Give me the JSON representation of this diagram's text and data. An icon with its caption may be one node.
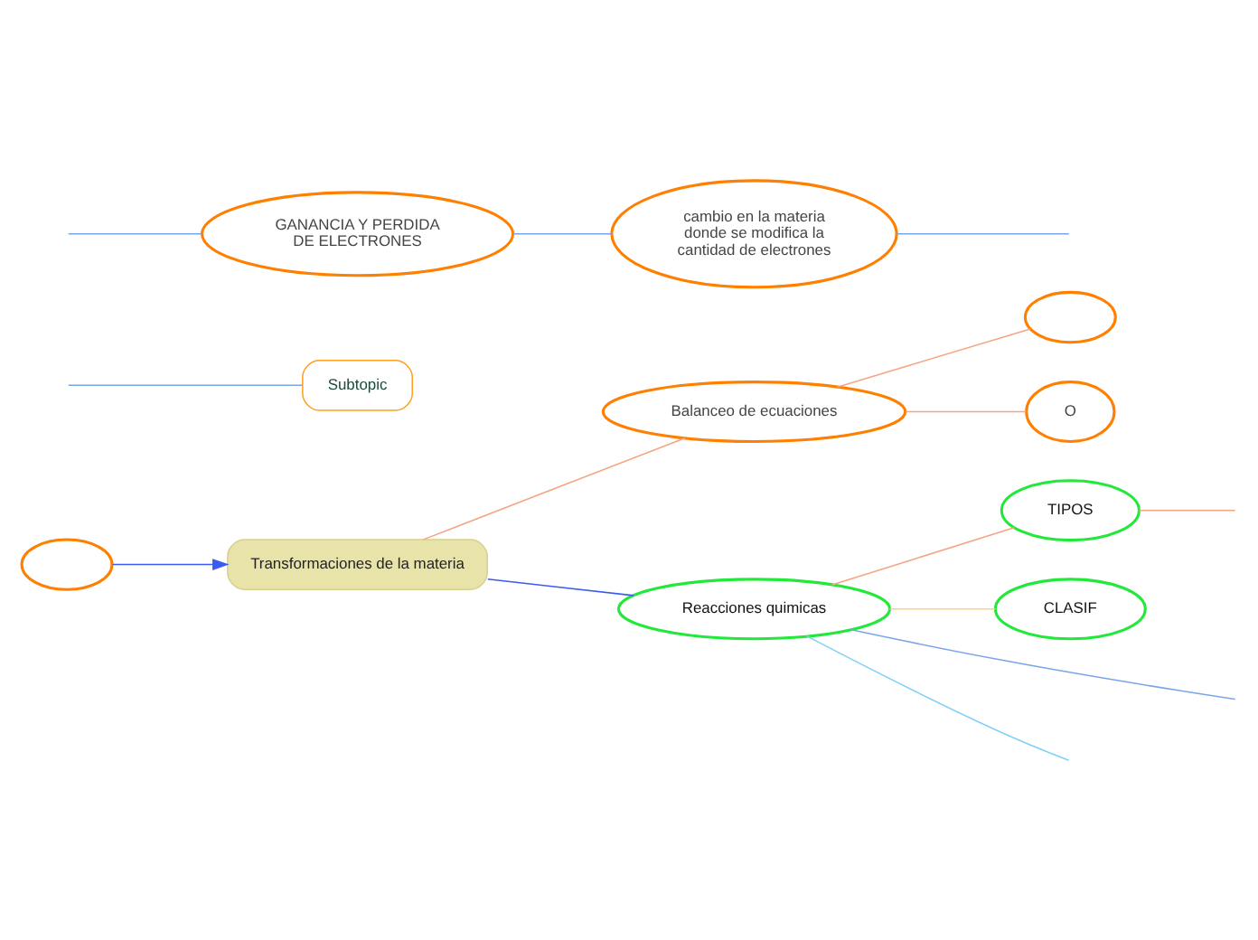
{
  "diagram": {
    "nodes": [
      {
        "text": [
          "Transformaciones de la materia"
        ]
      },
      {
        "text": [
          "Balanceo de ecuaciones"
        ]
      },
      {
        "text": [],
        "shape": "cloud"
      },
      {
        "text": [
          "O"
        ]
      },
      {
        "text": [],
        "shape": "cloud"
      },
      {
        "text": [
          "Subtopic"
        ]
      },
      {
        "text": [
          "GANANCIA Y PERDIDA DE ELECTRONES"
        ]
      },
      {
        "text": [
          "cambio en la materia donde se modifica la cantidad de electrones"
        ]
      },
      {
        "text": [
          "Reacciones quimicas"
        ]
      },
      {
        "text": [
          "TIPOS"
        ]
      },
      {
        "text": [
          "CLASIF"
        ]
      }
    ],
    "edges": [
      {
        "from": 0,
        "to": 1,
        "arrow": "none",
        "color": "#f4a582"
      },
      {
        "from": 1,
        "to": 2,
        "arrow": "none",
        "color": "#f4a582"
      },
      {
        "from": 1,
        "to": 3,
        "arrow": "none",
        "color": "#f4a582"
      },
      {
        "from": 4,
        "to": 0,
        "arrow": "to",
        "color": "#3a5cf0"
      },
      {
        "from": 0,
        "to": 8,
        "arrow": "none",
        "color": "#3a5cf0"
      },
      {
        "from": null,
        "to": 5,
        "arrow": "none",
        "color": "#7aa6e8"
      },
      {
        "from": null,
        "to": 6,
        "arrow": "none",
        "color": "#7aa6e8"
      },
      {
        "from": 6,
        "to": 7,
        "arrow": "none",
        "color": "#7aa6e8"
      },
      {
        "from": 7,
        "to": null,
        "arrow": "none",
        "color": "#7aa6e8"
      },
      {
        "from": 8,
        "to": 9,
        "arrow": "none",
        "color": "#f4a582"
      },
      {
        "from": 8,
        "to": null,
        "arrow": "none",
        "color": "#7aa6e8"
      },
      {
        "from": 8,
        "to": 10,
        "arrow": "none",
        "color": "#ffd080"
      },
      {
        "from": 8,
        "to": null,
        "arrow": "none",
        "color": "#80d0f8"
      },
      {
        "from": 9,
        "to": null,
        "arrow": "none",
        "color": "#f4a582"
      }
    ]
  }
}
